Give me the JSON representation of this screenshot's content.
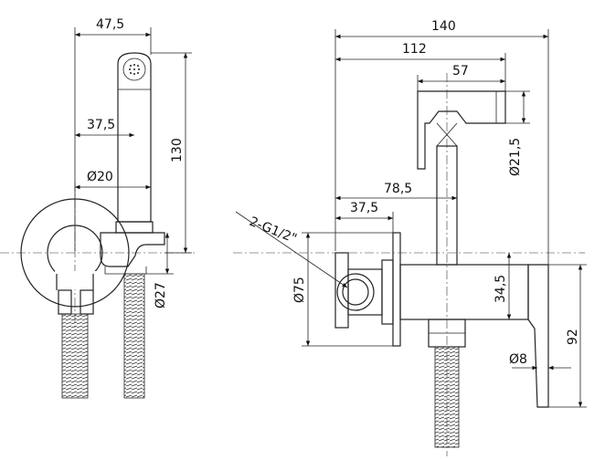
{
  "dimensions": {
    "d47_5": "47,5",
    "d37_5_left": "37,5",
    "d20": "Ø20",
    "d130": "130",
    "d27": "Ø27",
    "d140": "140",
    "d112": "112",
    "d57": "57",
    "d21_5": "Ø21,5",
    "d78_5": "78,5",
    "d37_5_right": "37,5",
    "thread": "2-G1/2\"",
    "d75": "Ø75",
    "d34_5": "34,5",
    "d92": "92",
    "d8": "Ø8"
  }
}
